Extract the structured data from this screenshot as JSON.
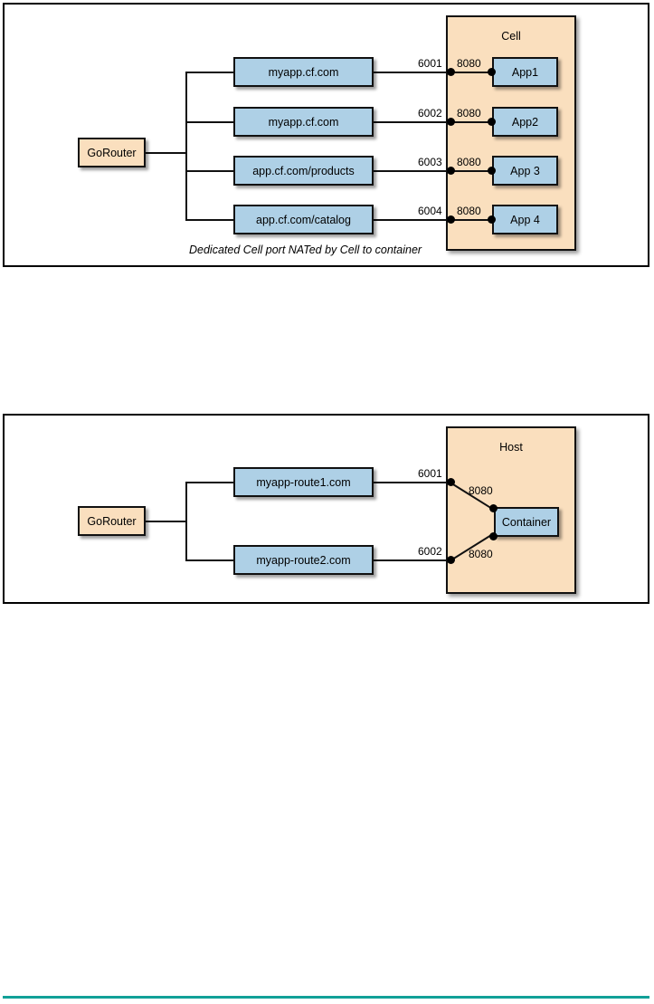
{
  "page": {
    "background": "#ffffff",
    "accent_rule_color": "#11a098"
  },
  "palette": {
    "route_box_fill": "#aed0e6",
    "router_box_fill": "#fadfbe",
    "region_fill": "#fadfbe",
    "stroke": "#111111"
  },
  "figures": [
    {
      "id": "figure-1",
      "router": {
        "label": "GoRouter"
      },
      "region": {
        "label": "Cell"
      },
      "caption": "Dedicated Cell port NATed by Cell to container",
      "rows": [
        {
          "route": "myapp.cf.com",
          "external_port": "6001",
          "internal_port": "8080",
          "app": "App1"
        },
        {
          "route": "myapp.cf.com",
          "external_port": "6002",
          "internal_port": "8080",
          "app": "App2"
        },
        {
          "route": "app.cf.com/products",
          "external_port": "6003",
          "internal_port": "8080",
          "app": "App 3"
        },
        {
          "route": "app.cf.com/catalog",
          "external_port": "6004",
          "internal_port": "8080",
          "app": "App 4"
        }
      ]
    },
    {
      "id": "figure-2",
      "router": {
        "label": "GoRouter"
      },
      "region": {
        "label": "Host"
      },
      "target": {
        "label": "Container"
      },
      "rows": [
        {
          "route": "myapp-route1.com",
          "external_port": "6001",
          "internal_port": "8080"
        },
        {
          "route": "myapp-route2.com",
          "external_port": "6002",
          "internal_port": "8080"
        }
      ]
    }
  ]
}
